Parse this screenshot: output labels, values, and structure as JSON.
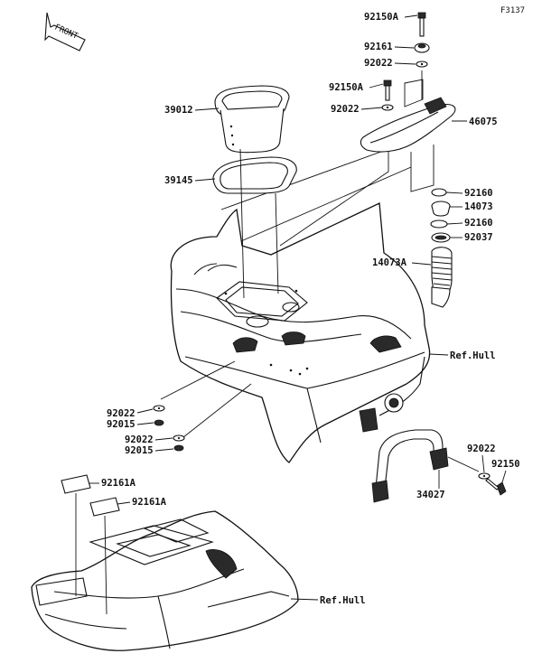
{
  "figure_code": "F3137",
  "front_arrow_text": "FRONT",
  "parts": {
    "p92150A_top": "92150A",
    "p92161": "92161",
    "p92022_a": "92022",
    "p92150A_mid": "92150A",
    "p92022_b": "92022",
    "p46075": "46075",
    "p39012": "39012",
    "p39145": "39145",
    "p92160_a": "92160",
    "p14073": "14073",
    "p92160_b": "92160",
    "p92037": "92037",
    "p14073A": "14073A",
    "ref_hull_upper": "Ref.Hull",
    "p92022_c": "92022",
    "p92015_a": "92015",
    "p92022_d": "92022",
    "p92015_b": "92015",
    "p92022_e": "92022",
    "p92150": "92150",
    "p34027": "34027",
    "p92161A_a": "92161A",
    "p92161A_b": "92161A",
    "ref_hull_lower": "Ref.Hull"
  }
}
